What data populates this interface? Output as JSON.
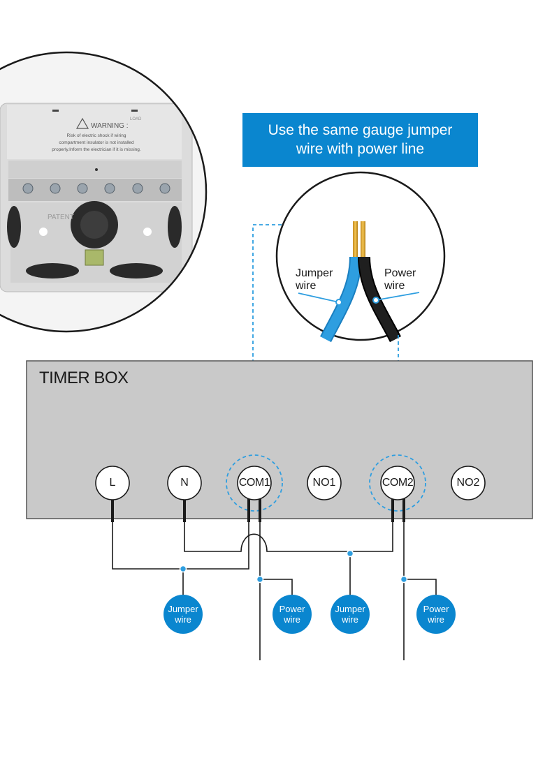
{
  "callout": {
    "line1": "Use the same gauge jumper",
    "line2": "wire with power line"
  },
  "timer_box": {
    "title": "TIMER BOX",
    "terminals": [
      "L",
      "N",
      "COM1",
      "NO1",
      "COM2",
      "NO2"
    ]
  },
  "zoom_labels": {
    "jumper_line1": "Jumper",
    "jumper_line2": "wire",
    "power_line1": "Power",
    "power_line2": "wire"
  },
  "badges": [
    {
      "line1": "Jumper",
      "line2": "wire"
    },
    {
      "line1": "Power",
      "line2": "wire"
    },
    {
      "line1": "Jumper",
      "line2": "wire"
    },
    {
      "line1": "Power",
      "line2": "wire"
    }
  ],
  "device_panel": {
    "warning_title": "WARNING :",
    "warning_line1": "Risk of electric shock if wiring",
    "warning_line2": "compartment insulator is not installed",
    "warning_line3": "properly.Inform the electrician if it is missing.",
    "patent_label": "PATENT",
    "load_label": "LOAD"
  },
  "colors": {
    "accent_blue": "#0a86cf",
    "jumper_wire": "#2e9ee0",
    "power_wire": "#1a1a1a",
    "box_fill": "#c9c9c9"
  }
}
